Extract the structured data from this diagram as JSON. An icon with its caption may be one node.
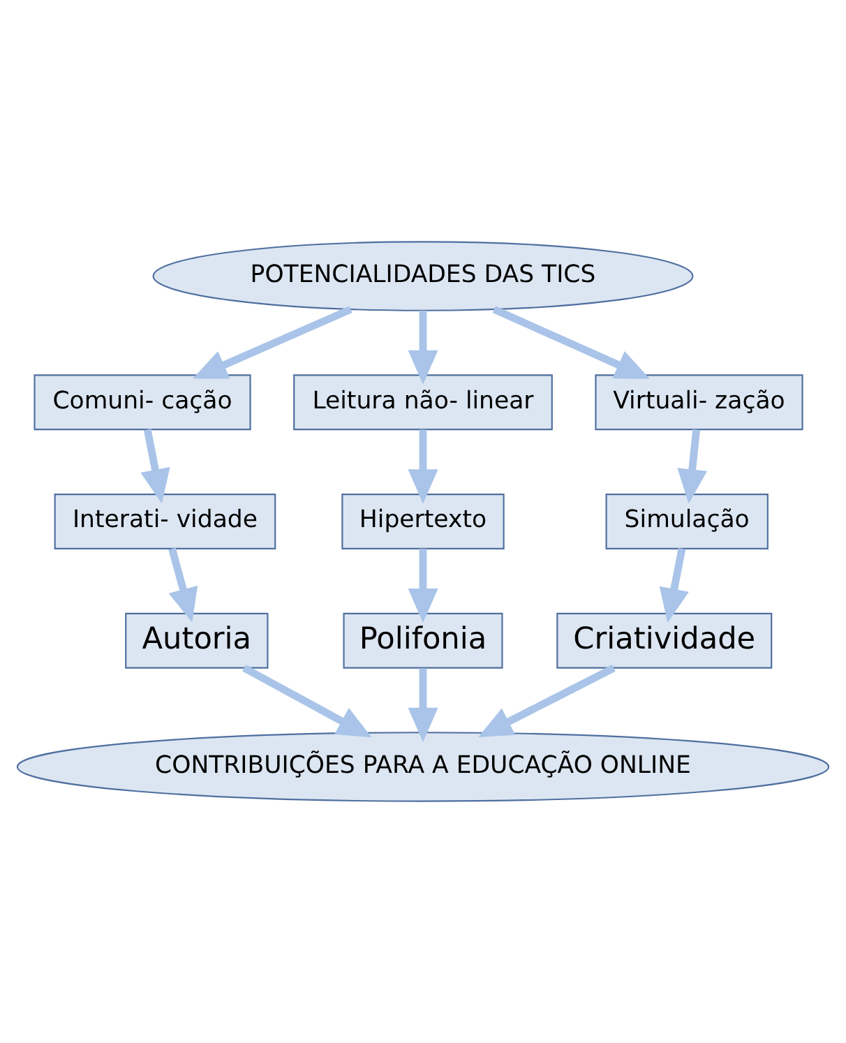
{
  "diagram": {
    "nodes": [
      {
        "text": [
          "POTENCIALIDADES DAS TICS"
        ]
      },
      {
        "text": [
          "Comuni- cação"
        ]
      },
      {
        "text": [
          "Leitura não- linear"
        ]
      },
      {
        "text": [
          "Virtuali- zação"
        ]
      },
      {
        "text": [
          "Interati- vidade"
        ]
      },
      {
        "text": [
          "Hipertexto"
        ]
      },
      {
        "text": [
          "Simulação"
        ]
      },
      {
        "text": [
          "Autoria"
        ]
      },
      {
        "text": [
          "Polifonia"
        ]
      },
      {
        "text": [
          "Criatividade"
        ]
      },
      {
        "text": [
          "CONTRIBUIÇÕES PARA A EDUCAÇÃO ONLINE"
        ]
      }
    ],
    "edges": [
      {
        "from": 0,
        "to": 1,
        "arrow": "to"
      },
      {
        "from": 0,
        "to": 2,
        "arrow": "to"
      },
      {
        "from": 0,
        "to": 3,
        "arrow": "to"
      },
      {
        "from": 1,
        "to": 4,
        "arrow": "to"
      },
      {
        "from": 2,
        "to": 5,
        "arrow": "to"
      },
      {
        "from": 3,
        "to": 6,
        "arrow": "to"
      },
      {
        "from": 4,
        "to": 7,
        "arrow": "to"
      },
      {
        "from": 5,
        "to": 8,
        "arrow": "to"
      },
      {
        "from": 6,
        "to": 9,
        "arrow": "to"
      },
      {
        "from": 7,
        "to": 10,
        "arrow": "to"
      },
      {
        "from": 8,
        "to": 10,
        "arrow": "to"
      },
      {
        "from": 9,
        "to": 10,
        "arrow": "to"
      }
    ]
  }
}
